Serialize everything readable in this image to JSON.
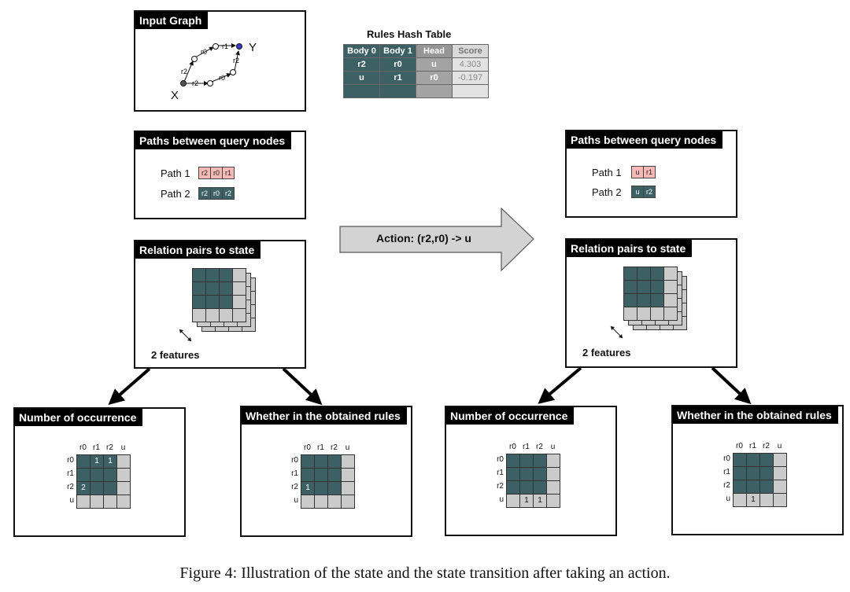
{
  "input_graph": {
    "title": "Input Graph",
    "node_x": "X",
    "node_y": "Y",
    "edges": [
      "r2",
      "r0",
      "r1",
      "r2",
      "r0",
      "r2"
    ]
  },
  "rules_table": {
    "title": "Rules Hash Table",
    "headers": [
      "Body 0",
      "Body 1",
      "Head",
      "Score"
    ],
    "rows": [
      [
        "r2",
        "r0",
        "u",
        "4.303"
      ],
      [
        "u",
        "r1",
        "r0",
        "-0.197"
      ],
      [
        "",
        "",
        "",
        ""
      ]
    ]
  },
  "left": {
    "paths_title": "Paths between query nodes",
    "paths": [
      {
        "label": "Path 1",
        "tokens": [
          "r2",
          "r0",
          "r1"
        ],
        "color": "pink"
      },
      {
        "label": "Path 2",
        "tokens": [
          "r2",
          "r0",
          "r2"
        ],
        "color": "teal"
      }
    ],
    "relation_title": "Relation pairs to state",
    "features_label": "2 features",
    "occurrence": {
      "title": "Number of occurrence",
      "cols": [
        "r0",
        "r1",
        "r2",
        "u"
      ],
      "rows": [
        "r0",
        "r1",
        "r2",
        "u"
      ],
      "values": [
        [
          "",
          "1",
          "1",
          ""
        ],
        [
          "",
          "",
          "",
          ""
        ],
        [
          "2",
          "",
          "",
          ""
        ],
        [
          "",
          "",
          "",
          ""
        ]
      ]
    },
    "obtained": {
      "title": "Whether in the obtained rules",
      "cols": [
        "r0",
        "r1",
        "r2",
        "u"
      ],
      "rows": [
        "r0",
        "r1",
        "r2",
        "u"
      ],
      "values": [
        [
          "",
          "",
          "",
          ""
        ],
        [
          "",
          "",
          "",
          ""
        ],
        [
          "1",
          "",
          "",
          ""
        ],
        [
          "",
          "",
          "",
          ""
        ]
      ]
    }
  },
  "action_label": "Action: (r2,r0) -> u",
  "right": {
    "paths_title": "Paths between query nodes",
    "paths": [
      {
        "label": "Path 1",
        "tokens": [
          "u",
          "r1"
        ],
        "color": "pink"
      },
      {
        "label": "Path 2",
        "tokens": [
          "u",
          "r2"
        ],
        "color": "teal"
      }
    ],
    "relation_title": "Relation pairs to state",
    "features_label": "2 features",
    "occurrence": {
      "title": "Number of occurrence",
      "cols": [
        "r0",
        "r1",
        "r2",
        "u"
      ],
      "rows": [
        "r0",
        "r1",
        "r2",
        "u"
      ],
      "values": [
        [
          "",
          "",
          "",
          ""
        ],
        [
          "",
          "",
          "",
          ""
        ],
        [
          "",
          "",
          "",
          ""
        ],
        [
          "",
          "1",
          "1",
          ""
        ]
      ]
    },
    "obtained": {
      "title": "Whether in the obtained rules",
      "cols": [
        "r0",
        "r1",
        "r2",
        "u"
      ],
      "rows": [
        "r0",
        "r1",
        "r2",
        "u"
      ],
      "values": [
        [
          "",
          "",
          "",
          ""
        ],
        [
          "",
          "",
          "",
          ""
        ],
        [
          "",
          "",
          "",
          ""
        ],
        [
          "",
          "1",
          "",
          ""
        ]
      ]
    }
  },
  "caption": "Figure 4: Illustration of the state and the state transition after taking an action.",
  "colors": {
    "teal": "#3d6065",
    "grey": "#cbcbcb",
    "pink": "#f6b9b6",
    "arrow": "#d3d3d3"
  }
}
